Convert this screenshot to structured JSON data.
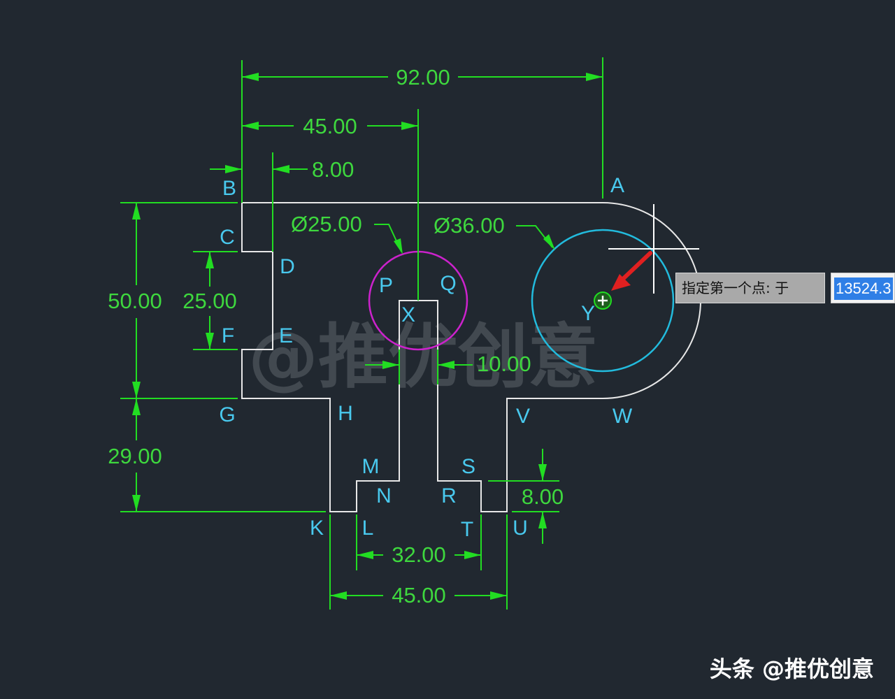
{
  "drawing": {
    "dimensions": {
      "width_total": "92.00",
      "to_center": "45.00",
      "notch_depth": "8.00",
      "small_circle": "Ø25.00",
      "large_circle": "Ø36.00",
      "height_total": "50.00",
      "notch_height": "25.00",
      "slot_width": "10.00",
      "leg_height": "29.00",
      "step_height": "8.00",
      "inner_width": "32.00",
      "leg_width": "45.00"
    },
    "points": {
      "A": "A",
      "B": "B",
      "C": "C",
      "D": "D",
      "E": "E",
      "F": "F",
      "G": "G",
      "H": "H",
      "K": "K",
      "L": "L",
      "M": "M",
      "N": "N",
      "P": "P",
      "Q": "Q",
      "R": "R",
      "S": "S",
      "T": "T",
      "U": "U",
      "V": "V",
      "W": "W",
      "X": "X",
      "Y": "Y"
    },
    "colors": {
      "background": "#212830",
      "dimension": "#22dd22",
      "label": "#49c9ee",
      "outline": "#e8e8e8",
      "circle_small": "#cc22cc",
      "circle_large": "#22bbdd",
      "pointer": "#e02020"
    }
  },
  "watermark": "@推优创意",
  "command_prompt": {
    "text": "指定第一个点: 于",
    "coordinate": "13524.3"
  },
  "footer": "头条 @推优创意"
}
